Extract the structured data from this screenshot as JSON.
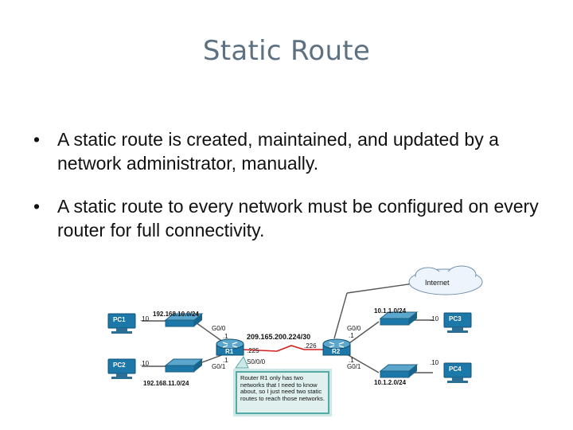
{
  "title": "Static Route",
  "bullets": [
    {
      "text": "A static route is created, maintained, and updated by a network administrator, manually."
    },
    {
      "text": "A static route to every network must be configured on every router for full connectivity."
    }
  ],
  "diagram": {
    "cloud": "Internet",
    "routers": {
      "r1": "R1",
      "r2": "R2"
    },
    "pcs": {
      "pc1": "PC1",
      "pc2": "PC2",
      "pc3": "PC3",
      "pc4": "PC4"
    },
    "networks": {
      "lan1": "192.168.10.0/24",
      "lan2": "192.168.11.0/24",
      "lan3": "10.1.1.0/24",
      "lan4": "10.1.2.0/24",
      "wan": "209.165.200.224/30"
    },
    "host_ids": {
      "pc1": ".10",
      "pc2": ".10",
      "pc3": ".10",
      "pc4": ".10"
    },
    "r1_ifaces": {
      "g00": "G0/0",
      "g00_ip": ".1",
      "g01_ip": ".1",
      "g01": "G0/1",
      "serial": "S0/0/0",
      "serial_ip": ".225"
    },
    "r2_ifaces": {
      "g00": "G0/0",
      "g00_ip": ".1",
      "g01_ip": ".1",
      "g01": "G0/1",
      "serial_ip": ".226"
    },
    "note": "Router R1 only has two networks that I need to know about, so I just need two static routes to reach those networks."
  }
}
